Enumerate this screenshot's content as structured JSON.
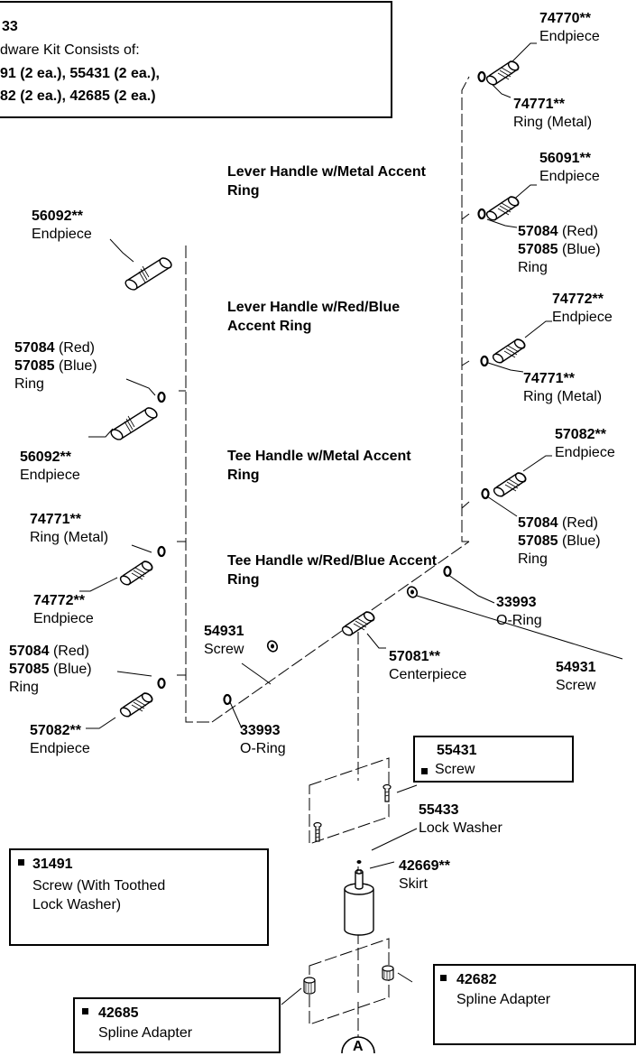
{
  "kit": {
    "number": "33",
    "title": "dware Kit Consists of:",
    "line1": "91 (2 ea.), 55431 (2 ea.),",
    "line2": "82 (2 ea.), 42685 (2 ea.)"
  },
  "headings": {
    "lever_metal": "Lever Handle w/Metal Accent Ring",
    "lever_redblue": "Lever Handle w/Red/Blue Accent Ring",
    "tee_metal": "Tee Handle w/Metal Accent Ring",
    "tee_redblue": "Tee Handle w/Red/Blue Accent Ring"
  },
  "parts": {
    "p74770": {
      "num": "74770**",
      "name": "Endpiece"
    },
    "p74771a": {
      "num": "74771**",
      "name": "Ring (Metal)"
    },
    "p56091": {
      "num": "56091**",
      "name": "Endpiece"
    },
    "p5708xA": {
      "red": "57084",
      "red_txt": "(Red)",
      "blue": "57085",
      "blue_txt": "(Blue)",
      "name": "Ring"
    },
    "p74772a": {
      "num": "74772**",
      "name": "Endpiece"
    },
    "p74771b": {
      "num": "74771**",
      "name": "Ring (Metal)"
    },
    "p57082a": {
      "num": "57082**",
      "name": "Endpiece"
    },
    "p5708xB": {
      "red": "57084",
      "red_txt": "(Red)",
      "blue": "57085",
      "blue_txt": "(Blue)",
      "name": "Ring"
    },
    "p56092a": {
      "num": "56092**",
      "name": "Endpiece"
    },
    "p5708xC": {
      "red": "57084",
      "red_txt": "(Red)",
      "blue": "57085",
      "blue_txt": "(Blue)",
      "name": "Ring"
    },
    "p56092b": {
      "num": "56092**",
      "name": "Endpiece"
    },
    "p74771c": {
      "num": "74771**",
      "name": "Ring (Metal)"
    },
    "p74772b": {
      "num": "74772**",
      "name": "Endpiece"
    },
    "p5708xD": {
      "red": "57084",
      "red_txt": "(Red)",
      "blue": "57085",
      "blue_txt": "(Blue)",
      "name": "Ring"
    },
    "p57082b": {
      "num": "57082**",
      "name": "Endpiece"
    },
    "p54931a": {
      "num": "54931",
      "name": "Screw"
    },
    "p33993a": {
      "num": "33993",
      "name": "O-Ring"
    },
    "p57081": {
      "num": "57081**",
      "name": "Centerpiece"
    },
    "p33993b": {
      "num": "33993",
      "name": "O-Ring"
    },
    "p54931b": {
      "num": "54931",
      "name": "Screw"
    },
    "p55433": {
      "num": "55433",
      "name": "Lock Washer"
    },
    "p42669": {
      "num": "42669**",
      "name": "Skirt"
    }
  },
  "boxes": {
    "b55431": {
      "num": "55431",
      "name": "Screw"
    },
    "b31491": {
      "num": "31491",
      "line1": "Screw (With Toothed",
      "line2": "Lock Washer)"
    },
    "b42682": {
      "num": "42682",
      "name": "Spline Adapter"
    },
    "b42685": {
      "num": "42685",
      "name": "Spline Adapter"
    }
  },
  "callout": "A"
}
